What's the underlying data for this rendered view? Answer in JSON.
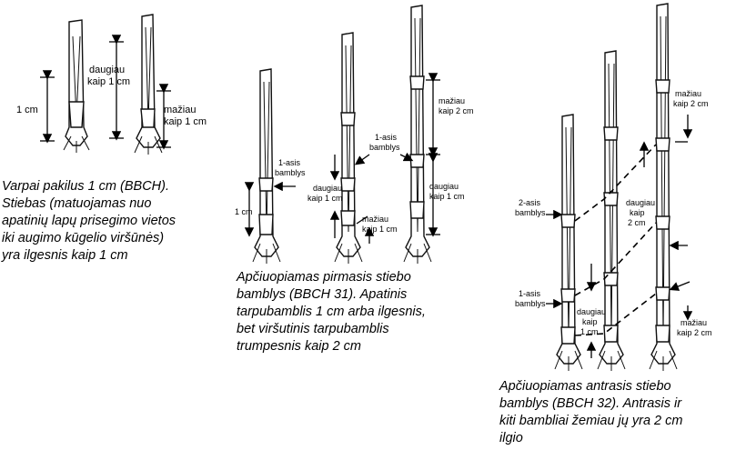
{
  "figure": {
    "panel_a": {
      "labels": {
        "one_cm": "1 cm",
        "more_than": "daugiau\nkaip 1 cm",
        "less_than": "mažiau\nkaip 1 cm"
      },
      "caption": "Varpai pakilus 1 cm (BBCH).\nStiebas (matuojamas nuo\napatinių lapų prisegimo vietos\niki augimo kūgelio viršūnės)\nyra ilgesnis kaip 1 cm"
    },
    "panel_b": {
      "labels": {
        "first_node_left": "1-asis\nbamblys",
        "first_node_mid": "1-asis\nbamblys",
        "one_cm": "1 cm",
        "more_1cm_a": "daugiau\nkaip 1 cm",
        "less_1cm": "mažiau\nkaip 1 cm",
        "less_2cm": "mažiau\nkaip 2 cm",
        "more_1cm_b": "daugiau\nkaip 1 cm"
      },
      "caption": "Apčiuopiamas pirmasis stiebo\nbamblys (BBCH 31). Apatinis\ntarpubamblis 1 cm arba ilgesnis,\nbet viršutinis tarpubamblis\ntrumpesnis kaip 2 cm"
    },
    "panel_c": {
      "labels": {
        "second_node": "2-asis\nbamblys",
        "first_node": "1-asis\nbamblys",
        "less_2cm_top": "mažiau\nkaip 2 cm",
        "more_2cm": "daugiau\nkaip\n2 cm",
        "more_1cm": "daugiau\nkaip\n1 cm",
        "less_2cm_bottom": "mažiau\nkaip 2 cm"
      },
      "caption": "Apčiuopiamas antrasis stiebo\nbamblys (BBCH 32). Antrasis ir\nkiti bambliai žemiau jų yra 2 cm\nilgio"
    }
  }
}
